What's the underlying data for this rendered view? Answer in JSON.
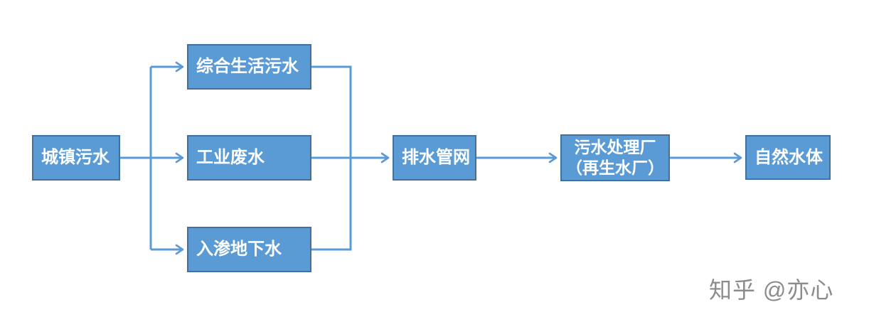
{
  "colors": {
    "node_fill": "#5B9BD5",
    "node_border": "#41719C",
    "node_text": "#FFFFFF",
    "connector": "#5B9BD5",
    "watermark_text": "#8C8C8C",
    "background": "#FFFFFF"
  },
  "diagram": {
    "type": "flowchart",
    "nodes": [
      {
        "id": "urban-sewage",
        "label": "城镇污水"
      },
      {
        "id": "domestic-sewage",
        "label": "综合生活污水"
      },
      {
        "id": "industrial-wastewater",
        "label": "工业废水"
      },
      {
        "id": "infiltrated-groundwater",
        "label": "入渗地下水"
      },
      {
        "id": "drainage-network",
        "label": "排水管网"
      },
      {
        "id": "treatment-plant",
        "label_line1": "污水处理厂",
        "label_line2": "（再生水厂）"
      },
      {
        "id": "natural-water",
        "label": "自然水体"
      }
    ],
    "edges": [
      {
        "from": "urban-sewage",
        "to": "domestic-sewage",
        "arrow": true
      },
      {
        "from": "urban-sewage",
        "to": "industrial-wastewater",
        "arrow": true
      },
      {
        "from": "urban-sewage",
        "to": "infiltrated-groundwater",
        "arrow": true
      },
      {
        "from": "domestic-sewage",
        "to": "drainage-network",
        "arrow": true
      },
      {
        "from": "industrial-wastewater",
        "to": "drainage-network",
        "arrow": true
      },
      {
        "from": "infiltrated-groundwater",
        "to": "drainage-network",
        "arrow": true
      },
      {
        "from": "drainage-network",
        "to": "treatment-plant",
        "arrow": true
      },
      {
        "from": "treatment-plant",
        "to": "natural-water",
        "arrow": true
      }
    ]
  },
  "watermark": {
    "text": "知乎 @亦心"
  }
}
